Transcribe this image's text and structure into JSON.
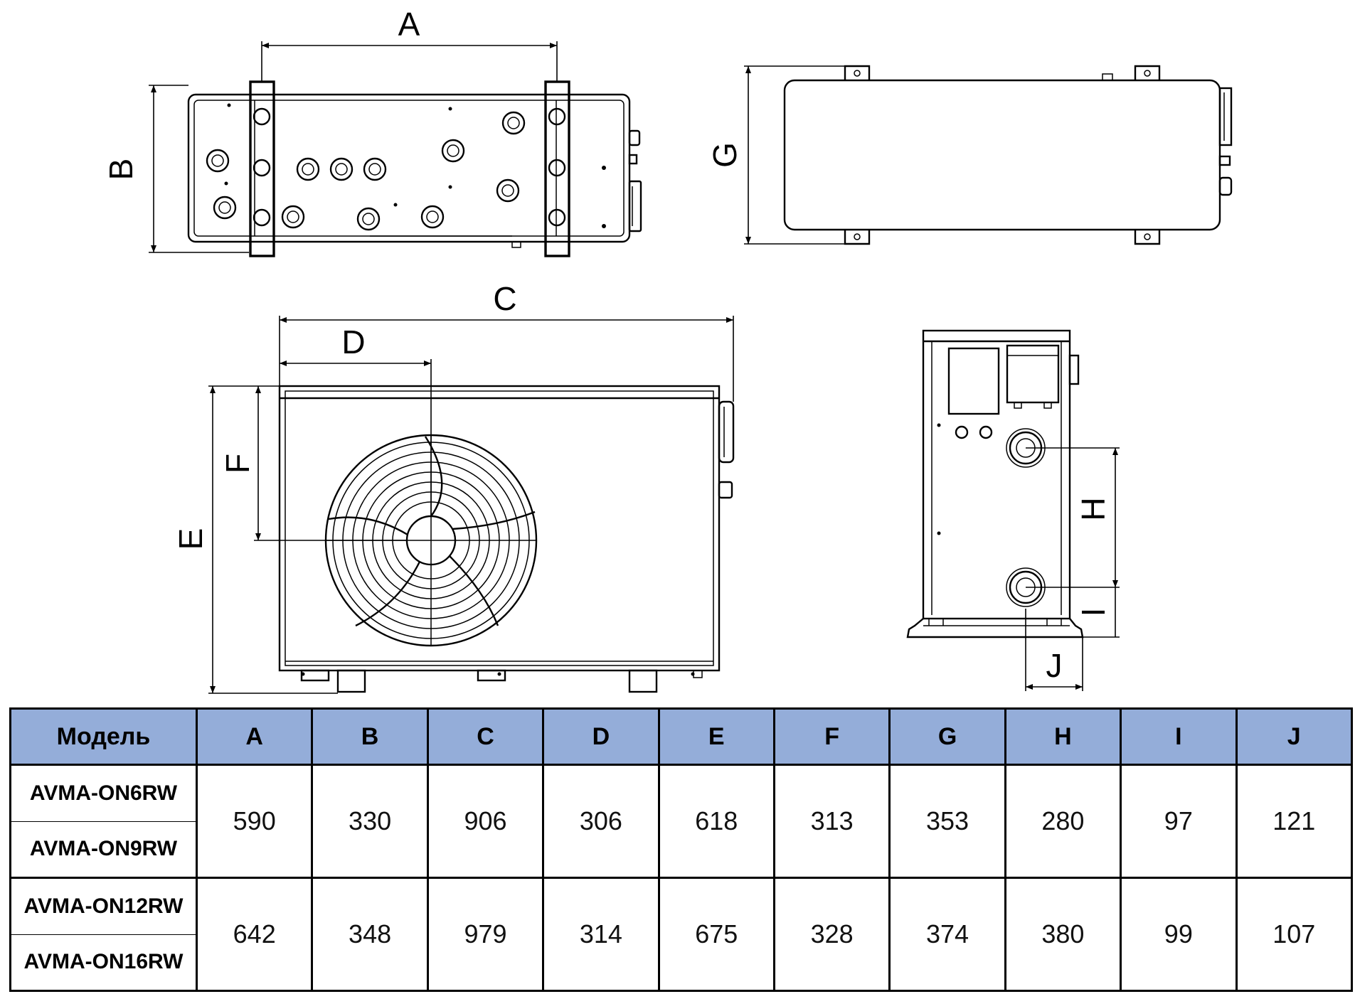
{
  "dimension_letters": [
    "A",
    "B",
    "C",
    "D",
    "E",
    "F",
    "G",
    "H",
    "I",
    "J"
  ],
  "table": {
    "header": [
      "Модель",
      "A",
      "B",
      "C",
      "D",
      "E",
      "F",
      "G",
      "H",
      "I",
      "J"
    ],
    "groups": [
      {
        "models": [
          "AVMA-ON6RW",
          "AVMA-ON9RW"
        ],
        "values": [
          "590",
          "330",
          "906",
          "306",
          "618",
          "313",
          "353",
          "280",
          "97",
          "121"
        ]
      },
      {
        "models": [
          "AVMA-ON12RW",
          "AVMA-ON16RW"
        ],
        "values": [
          "642",
          "348",
          "979",
          "314",
          "675",
          "328",
          "374",
          "380",
          "99",
          "107"
        ]
      }
    ]
  },
  "colors": {
    "header_bg": "#94add9"
  }
}
